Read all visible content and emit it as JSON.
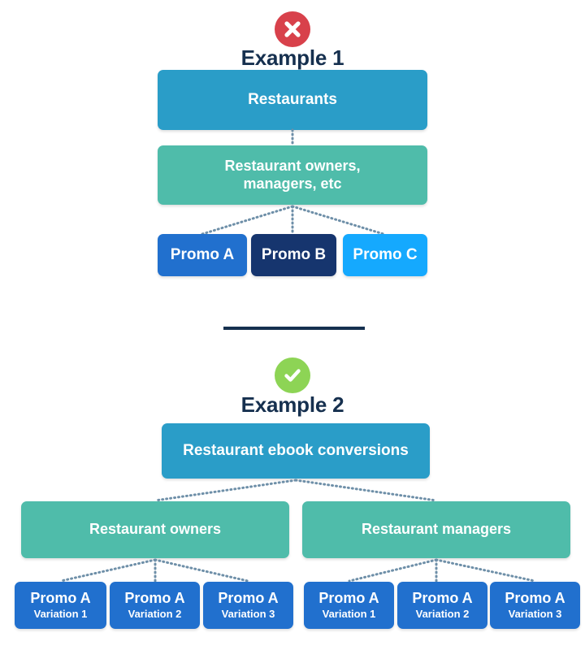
{
  "colors": {
    "background": "#ffffff",
    "heading_navy": "#16304F",
    "cross_red": "#D8414B",
    "check_green": "#8DD455",
    "node_blue": "#2A9DC8",
    "node_teal": "#4FBCAA",
    "promo_a_blue": "#2170CE",
    "promo_b_navy": "#16356E",
    "promo_c_azure": "#15A9FE",
    "connector_gray_blue": "#6E8FA8",
    "divider_navy": "#16304F"
  },
  "example1": {
    "icon": "cross-circle-icon",
    "title": "Example 1",
    "root": {
      "label": "Restaurants"
    },
    "middle": {
      "label": "Restaurant owners,\nmanagers, etc",
      "line1": "Restaurant owners,",
      "line2": "managers, etc"
    },
    "leaves": [
      {
        "label": "Promo A",
        "color": "#2170CE"
      },
      {
        "label": "Promo B",
        "color": "#16356E"
      },
      {
        "label": "Promo C",
        "color": "#15A9FE"
      }
    ]
  },
  "divider": {
    "name": "section-divider"
  },
  "example2": {
    "icon": "check-circle-icon",
    "title": "Example 2",
    "root": {
      "label": "Restaurant ebook conversions"
    },
    "branches": [
      {
        "label": "Restaurant owners",
        "leaves": [
          {
            "title": "Promo A",
            "subtitle": "Variation 1"
          },
          {
            "title": "Promo A",
            "subtitle": "Variation 2"
          },
          {
            "title": "Promo A",
            "subtitle": "Variation 3"
          }
        ]
      },
      {
        "label": "Restaurant managers",
        "leaves": [
          {
            "title": "Promo A",
            "subtitle": "Variation 1"
          },
          {
            "title": "Promo A",
            "subtitle": "Variation 2"
          },
          {
            "title": "Promo A",
            "subtitle": "Variation 3"
          }
        ]
      }
    ]
  }
}
